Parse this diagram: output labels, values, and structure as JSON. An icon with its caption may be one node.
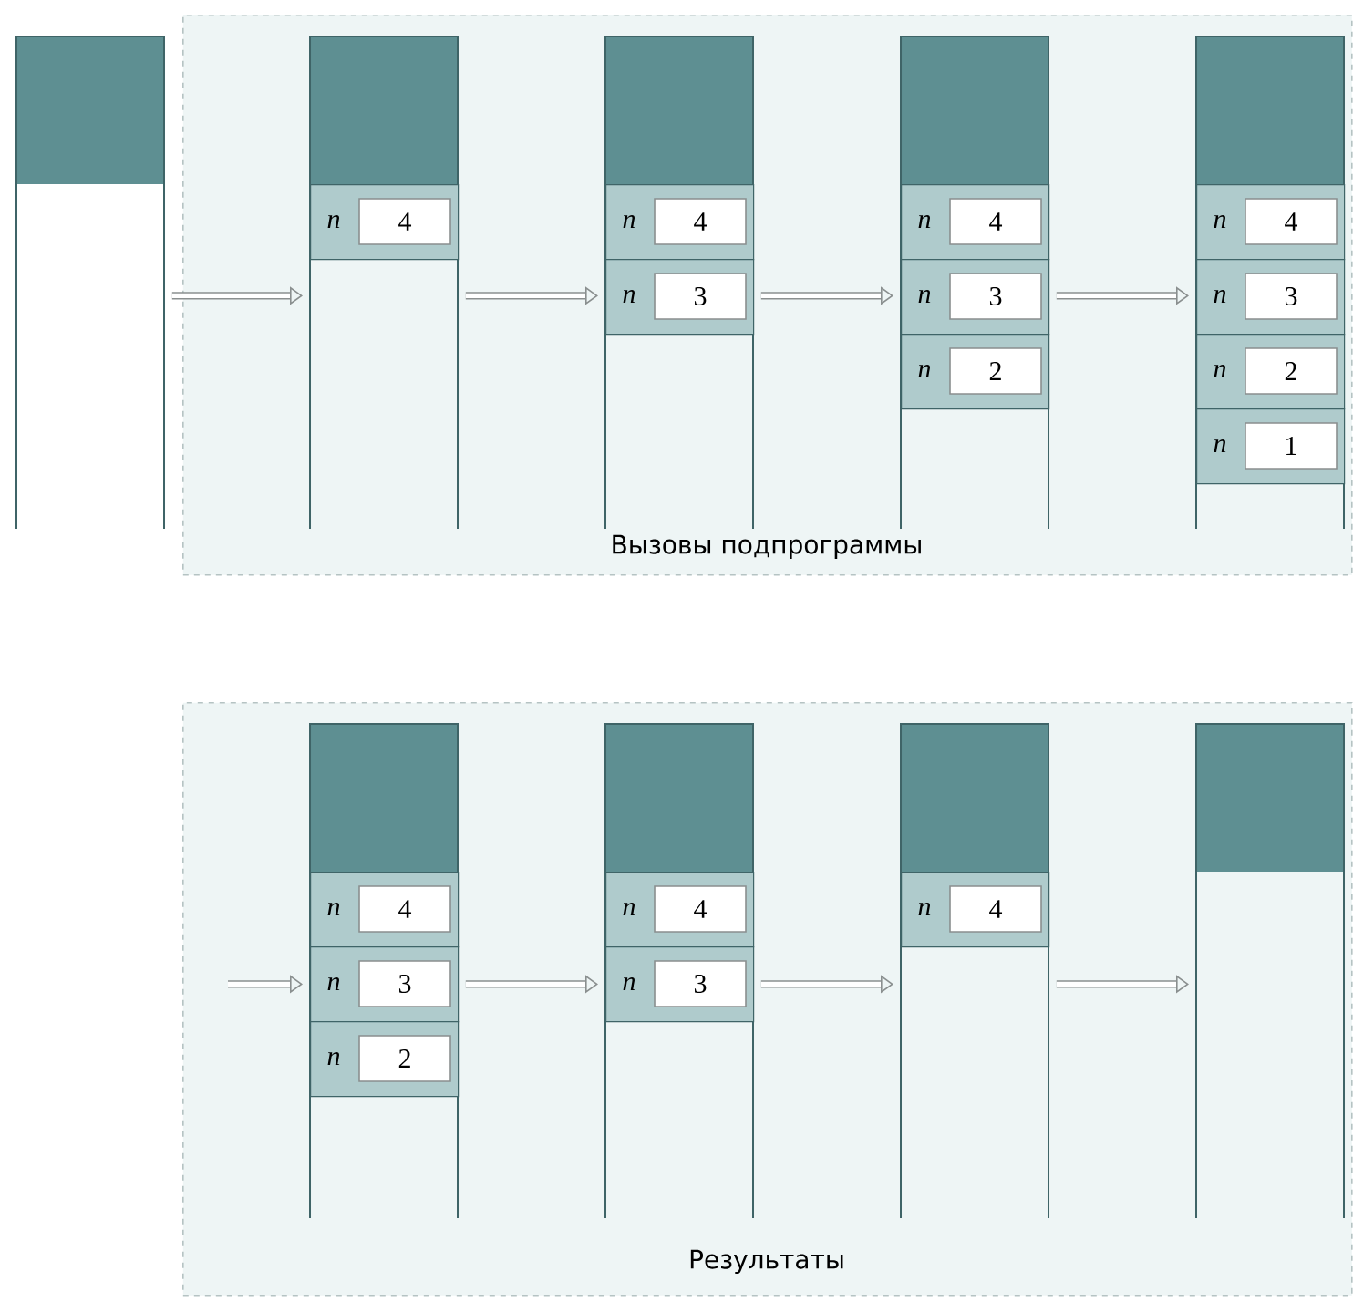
{
  "diagram": {
    "nodes": [
      {
        "text": [],
        "shape": "box"
      },
      {
        "text": [
          "Вызовы подпрограммы"
        ]
      },
      {
        "text": [],
        "shape": "box",
        "in": 1
      },
      {
        "text": [
          "n",
          "4"
        ],
        "in": 2
      },
      {
        "text": [],
        "shape": "box",
        "in": 1
      },
      {
        "text": [
          "n",
          "4"
        ],
        "in": 4
      },
      {
        "text": [
          "n",
          "3"
        ],
        "in": 4
      },
      {
        "text": [],
        "shape": "box",
        "in": 1
      },
      {
        "text": [
          "n",
          "4"
        ],
        "in": 7
      },
      {
        "text": [
          "n",
          "3"
        ],
        "in": 7
      },
      {
        "text": [
          "n",
          "2"
        ],
        "in": 7
      },
      {
        "text": [],
        "shape": "box",
        "in": 1
      },
      {
        "text": [
          "n",
          "4"
        ],
        "in": 11
      },
      {
        "text": [
          "n",
          "3"
        ],
        "in": 11
      },
      {
        "text": [
          "n",
          "2"
        ],
        "in": 11
      },
      {
        "text": [
          "n",
          "1"
        ],
        "in": 11
      },
      {
        "text": [
          "Результаты"
        ]
      },
      {
        "text": [],
        "shape": "box",
        "in": 16
      },
      {
        "text": [
          "n",
          "4"
        ],
        "in": 17
      },
      {
        "text": [
          "n",
          "3"
        ],
        "in": 17
      },
      {
        "text": [
          "n",
          "2"
        ],
        "in": 17
      },
      {
        "text": [],
        "shape": "box",
        "in": 16
      },
      {
        "text": [
          "n",
          "4"
        ],
        "in": 21
      },
      {
        "text": [
          "n",
          "3"
        ],
        "in": 21
      },
      {
        "text": [],
        "shape": "box",
        "in": 16
      },
      {
        "text": [
          "n",
          "4"
        ],
        "in": 24
      },
      {
        "text": [],
        "shape": "box",
        "in": 16
      }
    ],
    "edges": [
      {
        "from": 0,
        "to": 2,
        "arrow": "to"
      },
      {
        "from": 2,
        "to": 4,
        "arrow": "to"
      },
      {
        "from": 4,
        "to": 7,
        "arrow": "to"
      },
      {
        "from": 7,
        "to": 11,
        "arrow": "to"
      },
      {
        "from": null,
        "to": 17,
        "arrow": "to"
      },
      {
        "from": 17,
        "to": 21,
        "arrow": "to"
      },
      {
        "from": 21,
        "to": 24,
        "arrow": "to"
      },
      {
        "from": 24,
        "to": 26,
        "arrow": "to"
      }
    ]
  }
}
